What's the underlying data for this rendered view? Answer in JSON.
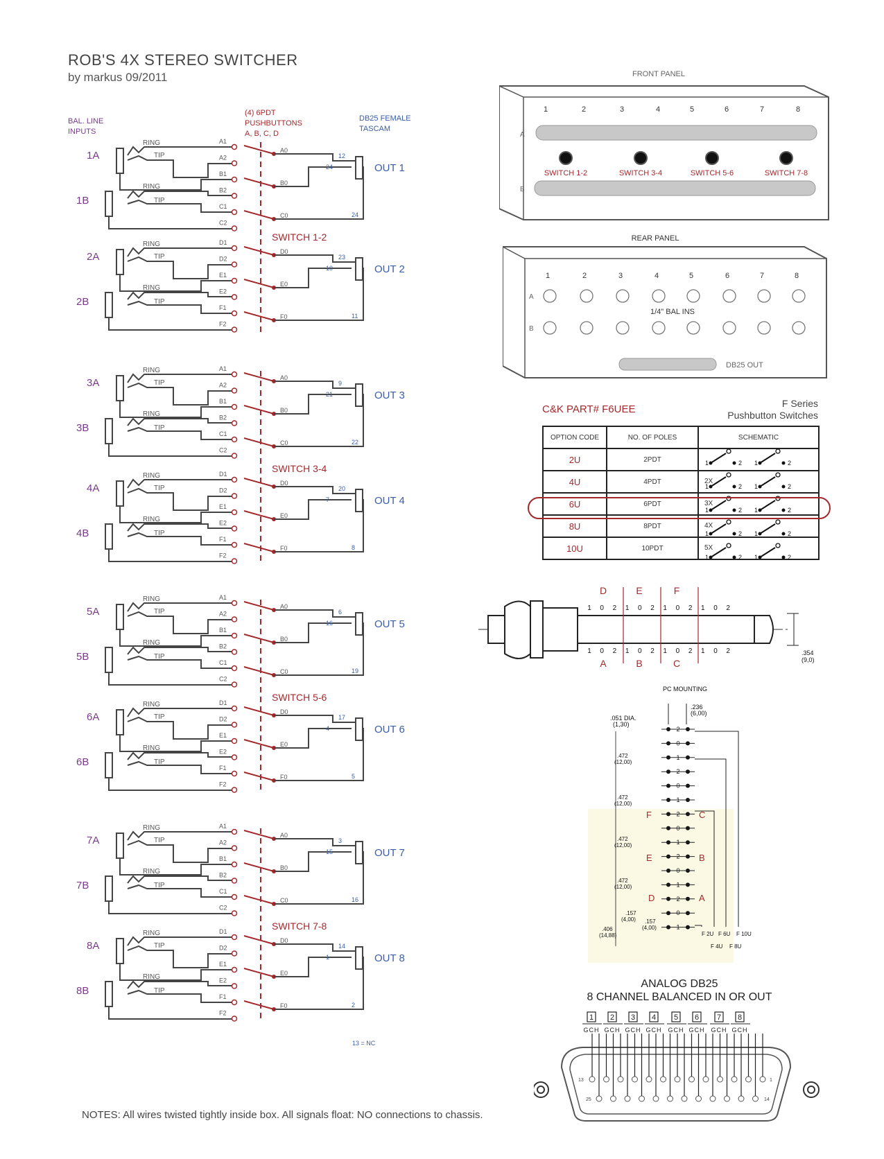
{
  "header": {
    "title": "ROB'S 4X STEREO SWITCHER",
    "byline": "by markus 09/2011"
  },
  "schematic": {
    "col_inputs": "BAL. LINE\nINPUTS",
    "col_switch": "(4) 6PDT\nPUSHBUTTONS\nA, B, C, D",
    "col_out": "DB25 FEMALE\nTASCAM",
    "ring_label": "RING",
    "tip_label": "TIP",
    "blocks": [
      {
        "inA": "1A",
        "inB": "1B",
        "out": "OUT 1",
        "nA": "12",
        "nB": "24",
        "nC": "24",
        "letters": [
          "A",
          "B",
          "C"
        ],
        "sw": ""
      },
      {
        "inA": "2A",
        "inB": "2B",
        "out": "OUT 2",
        "nA": "23",
        "nB": "10",
        "nC": "11",
        "letters": [
          "D",
          "E",
          "F"
        ],
        "sw": "SWITCH 1-2"
      },
      {
        "inA": "3A",
        "inB": "3B",
        "out": "OUT 3",
        "nA": "9",
        "nB": "21",
        "nC": "22",
        "letters": [
          "A",
          "B",
          "C"
        ],
        "sw": ""
      },
      {
        "inA": "4A",
        "inB": "4B",
        "out": "OUT 4",
        "nA": "20",
        "nB": "7",
        "nC": "8",
        "letters": [
          "D",
          "E",
          "F"
        ],
        "sw": "SWITCH 3-4"
      },
      {
        "inA": "5A",
        "inB": "5B",
        "out": "OUT 5",
        "nA": "6",
        "nB": "16",
        "nC": "19",
        "letters": [
          "A",
          "B",
          "C"
        ],
        "sw": ""
      },
      {
        "inA": "6A",
        "inB": "6B",
        "out": "OUT 6",
        "nA": "17",
        "nB": "4",
        "nC": "5",
        "letters": [
          "D",
          "E",
          "F"
        ],
        "sw": "SWITCH 5-6"
      },
      {
        "inA": "7A",
        "inB": "7B",
        "out": "OUT 7",
        "nA": "3",
        "nB": "15",
        "nC": "16",
        "letters": [
          "A",
          "B",
          "C"
        ],
        "sw": ""
      },
      {
        "inA": "8A",
        "inB": "8B",
        "out": "OUT 8",
        "nA": "14",
        "nB": "1",
        "nC": "2",
        "letters": [
          "D",
          "E",
          "F"
        ],
        "sw": "SWITCH 7-8"
      }
    ],
    "nc_note": "13 = NC"
  },
  "front_panel": {
    "label": "FRONT PANEL",
    "numbers": [
      "1",
      "2",
      "3",
      "4",
      "5",
      "6",
      "7",
      "8"
    ],
    "row_a": "A",
    "row_b": "B",
    "switches": [
      "SWITCH 1-2",
      "SWITCH 3-4",
      "SWITCH 5-6",
      "SWITCH 7-8"
    ]
  },
  "rear_panel": {
    "label": "REAR PANEL",
    "numbers": [
      "1",
      "2",
      "3",
      "4",
      "5",
      "6",
      "7",
      "8"
    ],
    "row_a": "A",
    "row_b": "B",
    "bal_ins": "1/4\" BAL INS",
    "db25_out": "DB25 OUT"
  },
  "part": {
    "part_no": "C&K PART# F6UEE",
    "series_line1": "F Series",
    "series_line2": "Pushbutton Switches",
    "headers": [
      "OPTION CODE",
      "NO. OF POLES",
      "SCHEMATIC"
    ],
    "rows": [
      {
        "code": "2U",
        "poles": "2PDT",
        "mult": ""
      },
      {
        "code": "4U",
        "poles": "4PDT",
        "mult": "2X"
      },
      {
        "code": "6U",
        "poles": "6PDT",
        "mult": "3X"
      },
      {
        "code": "8U",
        "poles": "8PDT",
        "mult": "4X"
      },
      {
        "code": "10U",
        "poles": "10PDT",
        "mult": "5X"
      }
    ],
    "highlight_row": 2
  },
  "side_view": {
    "top_letters": [
      "D",
      "E",
      "F"
    ],
    "bottom_letters": [
      "A",
      "B",
      "C"
    ],
    "pin_seq": [
      "1",
      "0",
      "2",
      "1",
      "0",
      "2",
      "1",
      "0",
      "2",
      "1",
      "0",
      "2"
    ],
    "dim": ".354\n(9,0)"
  },
  "pc_mount": {
    "title": "PC MOUNTING",
    "dim_top": ".236\n(6,00)",
    "dia": ".051 DIA.\n(1,30)",
    "pitch": ".472\n(12,00)",
    "p157a": ".157\n(4,00)",
    "p157b": ".157\n(4,00)",
    "p406": ".406\n(14,88)",
    "pins": [
      "2",
      "0",
      "1",
      "2",
      "0",
      "1",
      "2",
      "0",
      "1",
      "2",
      "0",
      "1",
      "2",
      "0",
      "1"
    ],
    "left_letters": [
      "F",
      "E",
      "D"
    ],
    "right_letters": [
      "C",
      "B",
      "A"
    ],
    "foot_row1": [
      "F 2U",
      "F 6U",
      "F 10U"
    ],
    "foot_row2": [
      "F 4U",
      "F 8U"
    ]
  },
  "db25": {
    "title1": "ANALOG DB25",
    "title2": "8 CHANNEL BALANCED IN OR OUT",
    "channels": [
      "1",
      "2",
      "3",
      "4",
      "5",
      "6",
      "7",
      "8"
    ],
    "gch": "GCH",
    "pin13": "13",
    "pin1": "1",
    "pin25": "25",
    "pin14": "14"
  },
  "notes": "NOTES: All wires twisted tightly inside box. All signals float: NO connections to chassis.",
  "colors": {
    "red": "#a3282c",
    "purple": "#7a3a8c",
    "blue": "#3a5da8",
    "wire": "#444",
    "panel_gray": "#c8c8c8",
    "highlight": "#fbf8e4"
  }
}
